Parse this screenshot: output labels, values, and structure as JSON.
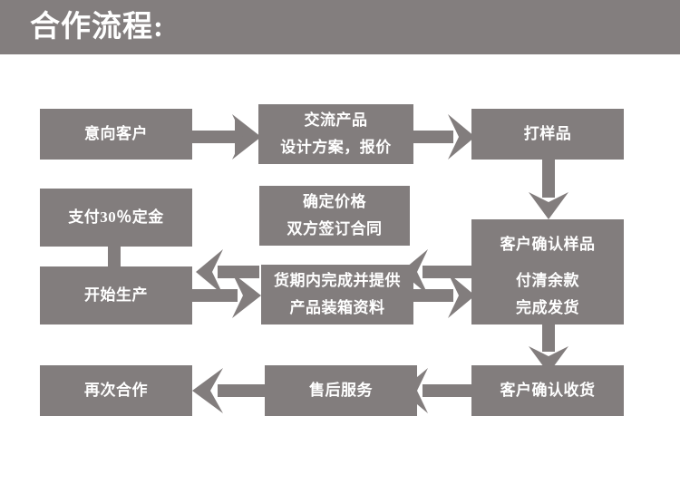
{
  "header": {
    "title": "合作流程:",
    "background_color": "#837e7e",
    "text_color": "#ffffff"
  },
  "theme": {
    "box_color": "#827d7d",
    "arrow_color": "#827d7d",
    "text_color": "#ffffff",
    "page_background": "#ffffff"
  },
  "flow": {
    "nodes": [
      {
        "id": "n1",
        "lines": [
          "意向客户"
        ],
        "row": 1,
        "col": 1
      },
      {
        "id": "n2",
        "lines": [
          "交流产品",
          "设计方案，报价"
        ],
        "row": 1,
        "col": 2
      },
      {
        "id": "n3",
        "lines": [
          "打样品"
        ],
        "row": 1,
        "col": 3
      },
      {
        "id": "n4",
        "lines": [
          "客户确认样品"
        ],
        "row": 2,
        "col": 3
      },
      {
        "id": "n5",
        "lines": [
          "确定价格",
          "双方签订合同"
        ],
        "row": 2,
        "col": 2
      },
      {
        "id": "n6",
        "lines": [
          "支付30％定金"
        ],
        "row": 2,
        "col": 1
      },
      {
        "id": "n7",
        "lines": [
          "开始生产"
        ],
        "row": 3,
        "col": 1
      },
      {
        "id": "n8",
        "lines": [
          "货期内完成并提供",
          "产品装箱资料"
        ],
        "row": 3,
        "col": 2
      },
      {
        "id": "n9",
        "lines": [
          "付清余款",
          "完成发货"
        ],
        "row": 3,
        "col": 3
      },
      {
        "id": "n10",
        "lines": [
          "客户确认收货"
        ],
        "row": 4,
        "col": 3
      },
      {
        "id": "n11",
        "lines": [
          "售后服务"
        ],
        "row": 4,
        "col": 2
      },
      {
        "id": "n12",
        "lines": [
          "再次合作"
        ],
        "row": 4,
        "col": 1
      }
    ],
    "connectors": [
      {
        "id": "a1",
        "from": "n1",
        "to": "n2",
        "direction": "right"
      },
      {
        "id": "a2",
        "from": "n2",
        "to": "n3",
        "direction": "right"
      },
      {
        "id": "a3",
        "from": "n3",
        "to": "n4",
        "direction": "down"
      },
      {
        "id": "a4",
        "from": "n4",
        "to": "n5",
        "direction": "left"
      },
      {
        "id": "a5",
        "from": "n5",
        "to": "n6",
        "direction": "left"
      },
      {
        "id": "a6",
        "from": "n6",
        "to": "n7",
        "direction": "down"
      },
      {
        "id": "a7",
        "from": "n7",
        "to": "n8",
        "direction": "right"
      },
      {
        "id": "a8",
        "from": "n8",
        "to": "n9",
        "direction": "right"
      },
      {
        "id": "a9",
        "from": "n9",
        "to": "n10",
        "direction": "down"
      },
      {
        "id": "a10",
        "from": "n10",
        "to": "n11",
        "direction": "left"
      },
      {
        "id": "a11",
        "from": "n11",
        "to": "n12",
        "direction": "left"
      }
    ]
  }
}
